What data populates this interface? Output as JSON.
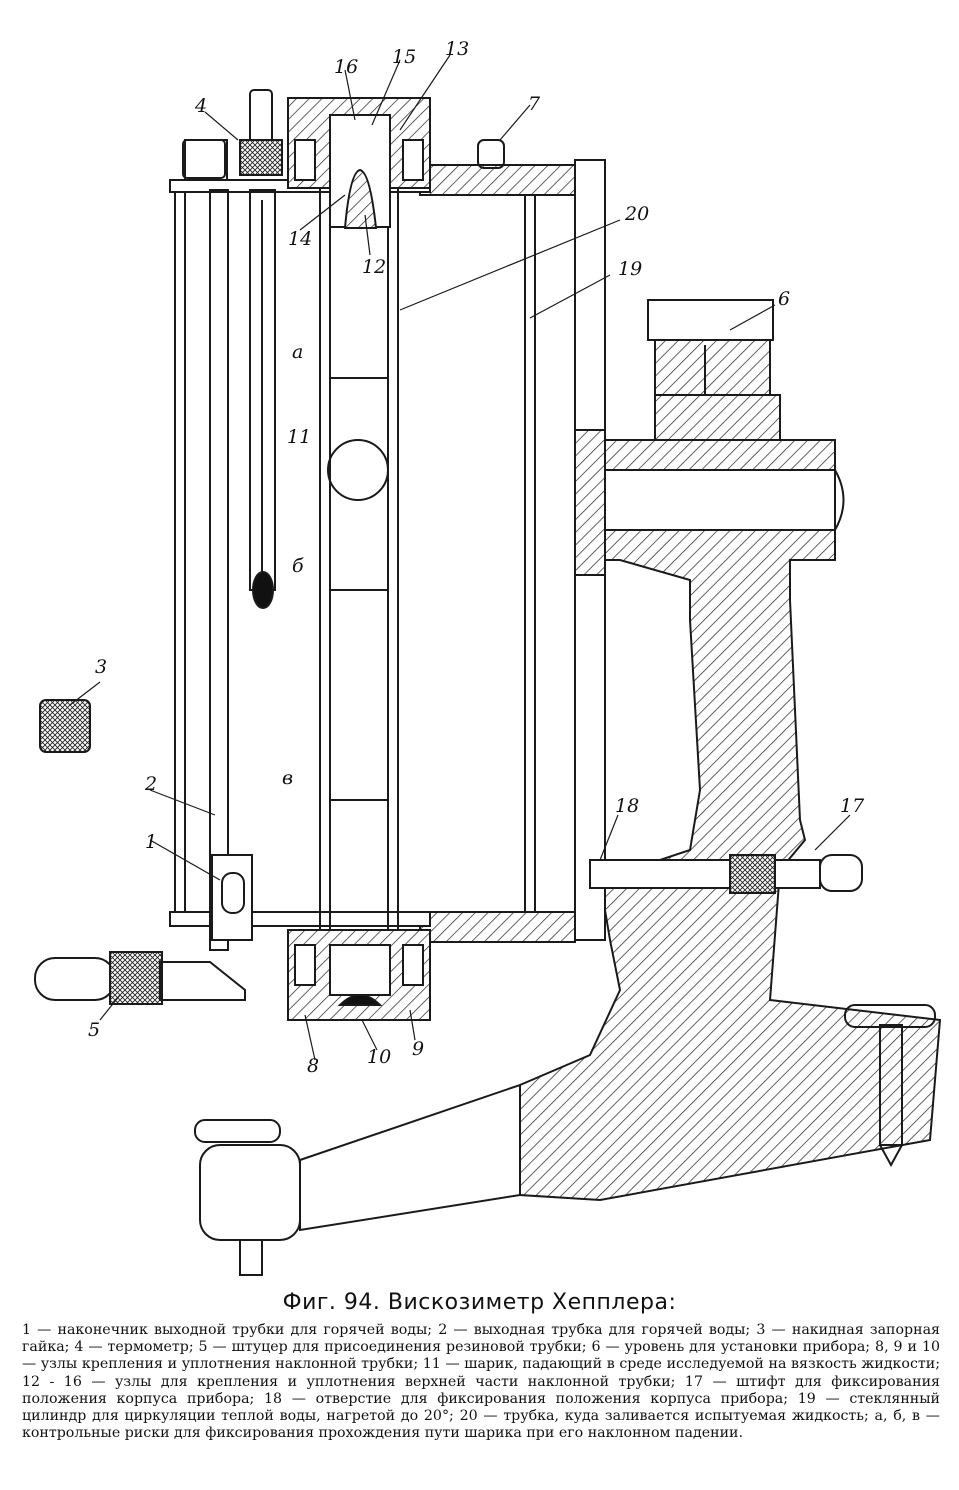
{
  "figure": {
    "title": "Фиг. 94. Вискозиметр Хепплера:",
    "legend": "1 — наконечник выходной трубки для горячей воды; 2 — выходная трубка для горячей воды; 3 — накидная запорная гайка; 4 — термометр; 5 — штуцер для присоединения резиновой трубки; 6 — уровень для установки прибора; 8, 9 и 10 — узлы крепления и уплотнения наклонной трубки; 11 — шарик, падающий в среде исследуемой на вязкость жидкости; 12 - 16 — узлы для крепления и уплотнения верхней части наклонной трубки; 17 — штифт для фиксирования положения корпуса прибора; 18 — отверстие для фиксирования положения корпуса прибора; 19 — стеклянный цилиндр для циркуляции теплой воды, нагретой до 20°; 20 — трубка, куда заливается испытуемая жидкость; а, б, в — контрольные риски для фиксирования прохождения пути шарика при его наклонном падении."
  },
  "labels": {
    "l1": "1",
    "l2": "2",
    "l3": "3",
    "l4": "4",
    "l5": "5",
    "l6": "6",
    "l7": "7",
    "l8": "8",
    "l9": "9",
    "l10": "10",
    "l11": "11",
    "l12": "12",
    "l13": "13",
    "l14": "14",
    "l15": "15",
    "l16": "16",
    "l17": "17",
    "l18": "18",
    "l19": "19",
    "l20": "20",
    "la": "а",
    "lb": "б",
    "lv": "в"
  }
}
